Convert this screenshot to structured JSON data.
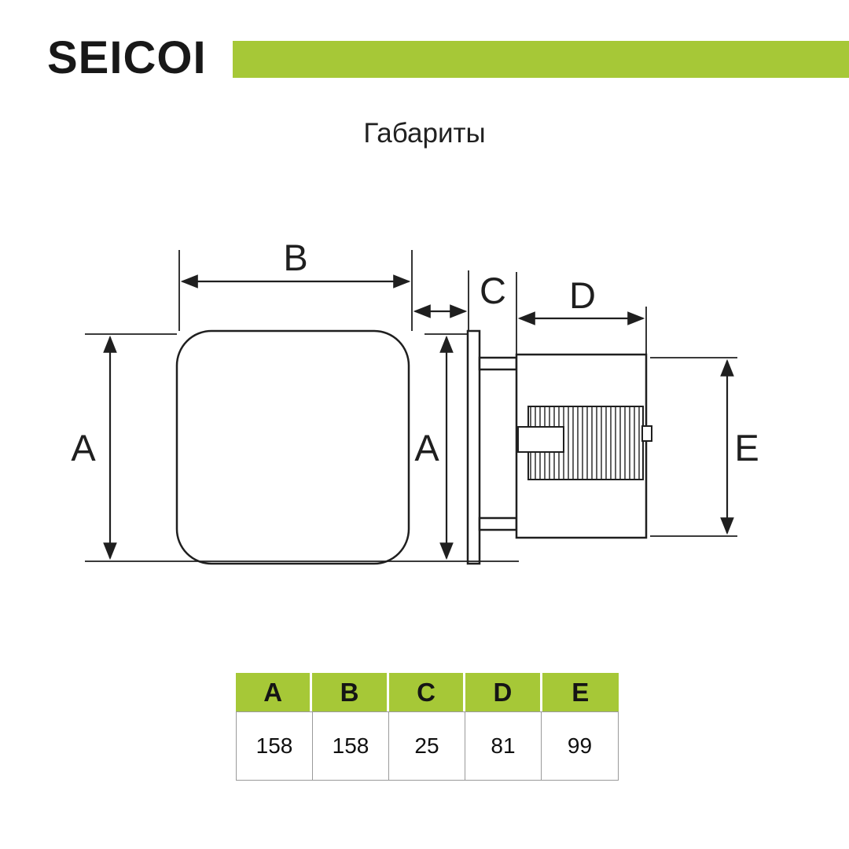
{
  "colors": {
    "accent": "#a6c837",
    "line": "#1f1f1f"
  },
  "header": {
    "brand": "SEICOI"
  },
  "title": "Габариты",
  "diagram": {
    "dim_labels": {
      "A": "A",
      "B": "B",
      "C": "C",
      "D": "D",
      "E": "E"
    }
  },
  "table": {
    "headers": [
      "A",
      "B",
      "C",
      "D",
      "E"
    ],
    "values": [
      "158",
      "158",
      "25",
      "81",
      "99"
    ]
  }
}
